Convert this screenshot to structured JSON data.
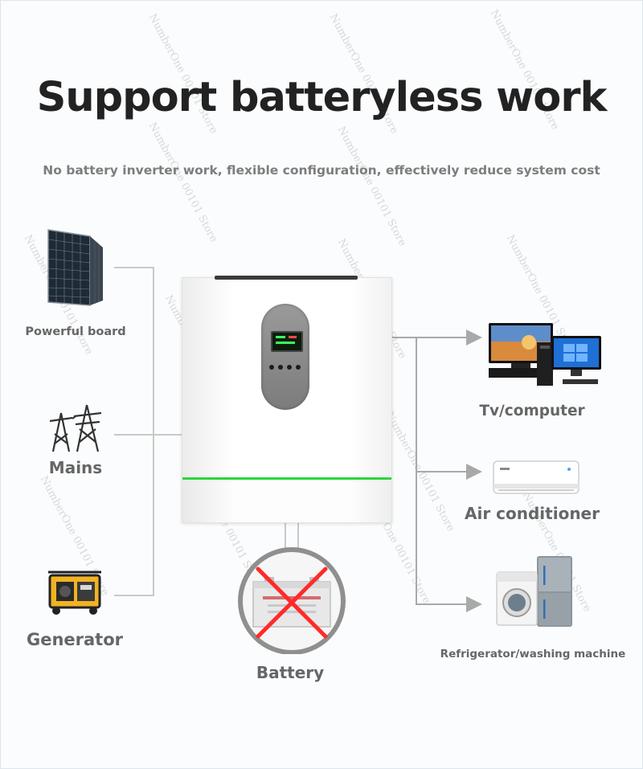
{
  "header": {
    "title": "Support batteryless work",
    "subtitle": "No battery inverter work, flexible configuration, effectively reduce system cost"
  },
  "sources": [
    {
      "label": "Powerful board",
      "icon": "solar-panel-icon"
    },
    {
      "label": "Mains",
      "icon": "power-tower-icon"
    },
    {
      "label": "Generator",
      "icon": "generator-icon"
    }
  ],
  "center": {
    "icon": "inverter-icon",
    "battery_label": "Battery",
    "battery_icon": "crossed-out-battery-icon"
  },
  "loads": [
    {
      "label": "Tv/computer",
      "icon": "tv-computer-icon"
    },
    {
      "label": "Air conditioner",
      "icon": "air-conditioner-icon"
    },
    {
      "label": "Refrigerator/washing machine",
      "icon": "refrigerator-washer-icon"
    }
  ],
  "watermark": "NumberOne 00101 Store",
  "colors": {
    "title": "#222222",
    "subtitle": "#7d7d7d",
    "label": "#666666",
    "connector": "#c9c9c9",
    "arrow": "#a9a9a9",
    "cross": "#ff2a2a",
    "status_line": "#2bd63c"
  }
}
